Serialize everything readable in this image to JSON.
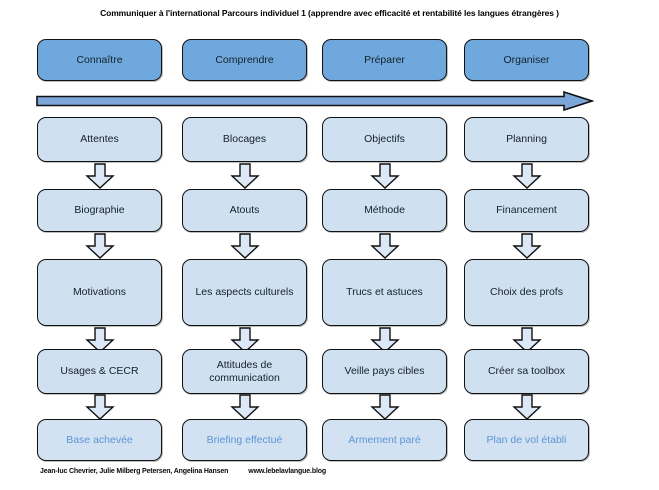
{
  "title": "Communiquer à l'international Parcours individuel 1  (apprendre avec efficacité et rentabilité les langues étrangères )",
  "colors": {
    "header_fill": "#6fa8dc",
    "body_fill": "#cfe0f0",
    "result_fill": "#d2e2f2",
    "result_text": "#5b95d6",
    "border": "#111111",
    "arrow_fill": "#7da7d9",
    "small_arrow_fill": "#dce8f5",
    "background": "#ffffff"
  },
  "diagram": {
    "type": "flowchart",
    "orientation": "four parallel vertical tracks with a shared progress arrow",
    "columns": [
      {
        "header": "Connaître",
        "steps": [
          "Attentes",
          "Biographie",
          "Motivations",
          "Usages & CECR"
        ],
        "result": "Base achevée"
      },
      {
        "header": "Comprendre",
        "steps": [
          "Blocages",
          "Atouts",
          "Les aspects culturels",
          "Attitudes de communication"
        ],
        "result": "Briefing effectué"
      },
      {
        "header": "Préparer",
        "steps": [
          "Objectifs",
          "Méthode",
          "Trucs et astuces",
          "Veille pays cibles"
        ],
        "result": "Armement paré"
      },
      {
        "header": "Organiser",
        "steps": [
          "Planning",
          "Financement",
          "Choix des profs",
          "Créer sa toolbox"
        ],
        "result": "Plan de vol établi"
      }
    ],
    "progress_arrow": {
      "direction": "right",
      "label": ""
    }
  },
  "footer": {
    "authors": "Jean-luc Chevrier, Julie Milberg Petersen, Angelina Hansen",
    "url": "www.lebelavlangue.blog"
  }
}
